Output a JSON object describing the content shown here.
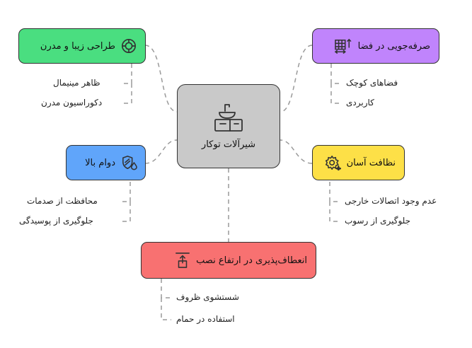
{
  "center": {
    "label": "شیرآلات توکار",
    "icon": "sink-icon"
  },
  "branches": {
    "design": {
      "label": "طراحی زیبا و مدرن",
      "icon": "target-icon",
      "color": "#4ade80",
      "leaves": [
        "ظاهر مینیمال",
        "دکوراسیون مدرن"
      ]
    },
    "space": {
      "label": "صرفه‌جویی در فضا",
      "icon": "grid-resize-icon",
      "color": "#c084fc",
      "leaves": [
        "فضاهای کوچک",
        "کاربردی"
      ]
    },
    "durability": {
      "label": "دوام بالا",
      "icon": "shield-drop-icon",
      "color": "#60a5fa",
      "leaves": [
        "محافظت از صدمات",
        "جلوگیری از پوسیدگی"
      ]
    },
    "cleaning": {
      "label": "نظافت آسان",
      "icon": "sparkle-gear-icon",
      "color": "#fde047",
      "leaves": [
        "عدم وجود اتصالات خارجی",
        "جلوگیری از رسوب"
      ]
    },
    "flexibility": {
      "label": "انعطاف‌پذیری در ارتفاع نصب",
      "icon": "height-adjust-icon",
      "color": "#f87171",
      "leaves": [
        "شستشوی ظروف",
        "استفاده در حمام"
      ]
    }
  }
}
